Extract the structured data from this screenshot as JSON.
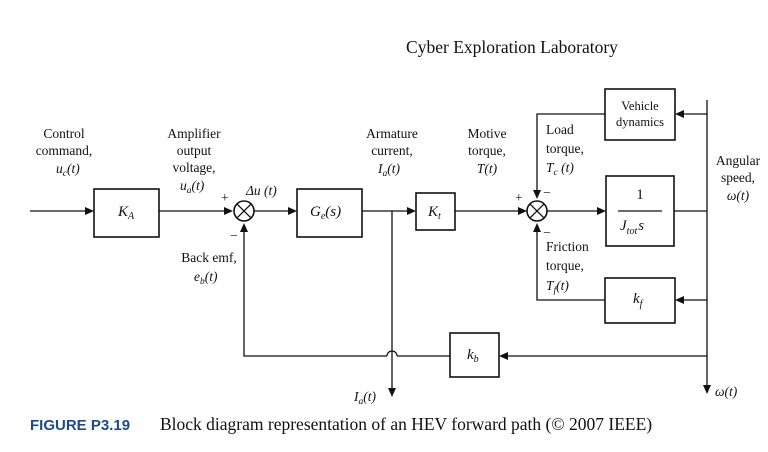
{
  "header": "Cyber Exploration Laboratory",
  "inputs": {
    "control_command": [
      "Control",
      "command,",
      "u"
    ],
    "control_command_sub": "c",
    "control_command_tail": "(t)",
    "amplifier_output": [
      "Amplifier",
      "output",
      "voltage,",
      "u"
    ],
    "amplifier_output_sub": "a",
    "amplifier_output_tail": "(t)",
    "delta_u": "Δu (t)",
    "back_emf": [
      "Back emf,",
      "e"
    ],
    "back_emf_sub": "b",
    "back_emf_tail": "(t)",
    "armature_current": [
      "Armature",
      "current,",
      "I"
    ],
    "armature_current_sub": "a",
    "armature_current_tail": "(t)",
    "motive_torque": [
      "Motive",
      "torque,",
      "T(t)"
    ],
    "load_torque": [
      "Load",
      "torque,",
      "T"
    ],
    "load_torque_sub": "c",
    "load_torque_tail": " (t)",
    "friction_torque": [
      "Friction",
      "torque,",
      "T"
    ],
    "friction_torque_sub": "f",
    "friction_torque_tail": "(t)",
    "angular_speed": [
      "Angular",
      "speed,",
      "ω(t)"
    ],
    "output_current": "I",
    "output_current_sub": "a",
    "output_current_tail": "(t)",
    "output_omega": "ω(t)"
  },
  "blocks": {
    "ka": "K",
    "ka_sub": "A",
    "ge": "G",
    "ge_sub": "e",
    "ge_tail": "(s)",
    "kt": "K",
    "kt_sub": "t",
    "plant_num": "1",
    "plant_den": "J",
    "plant_den_sub": "tot",
    "plant_den_tail": "s",
    "kf": "k",
    "kf_sub": "f",
    "kb": "k",
    "kb_sub": "b",
    "vehicle": [
      "Vehicle",
      "dynamics"
    ]
  },
  "signs": {
    "sum1_plus": "+",
    "sum1_minus": "−",
    "sum2_plus": "+",
    "sum2_minus_top": "−",
    "sum2_minus_bottom": "−"
  },
  "caption": {
    "label": "FIGURE P3.19",
    "text": "Block diagram representation of an HEV forward path (© 2007 IEEE)"
  }
}
